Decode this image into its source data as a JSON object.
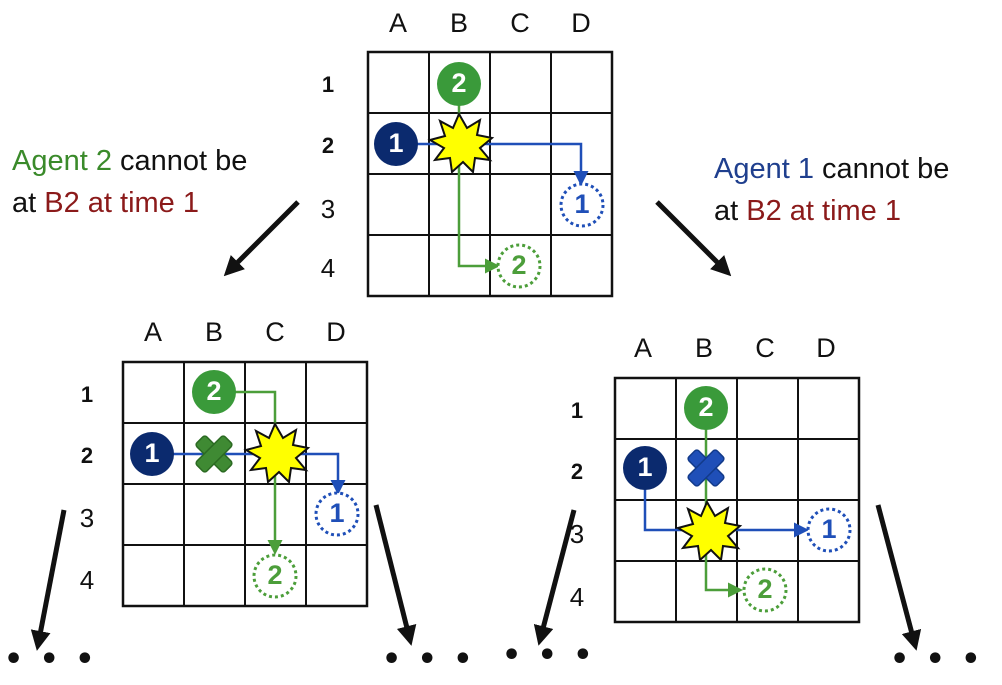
{
  "columns": [
    "A",
    "B",
    "C",
    "D"
  ],
  "rows": [
    "1",
    "2",
    "3",
    "4"
  ],
  "captions": {
    "left": {
      "line1_agent": "Agent 2",
      "line1_rest": " cannot be",
      "line2_at": "at ",
      "line2_constraint": "B2 at time 1"
    },
    "right": {
      "line1_agent": "Agent 1",
      "line1_rest": " cannot be",
      "line2_at": "at ",
      "line2_constraint": "B2 at time 1"
    }
  },
  "agents": {
    "agent1": {
      "number": "1",
      "color": "#0b2a6e",
      "path_color": "#1f4fb8"
    },
    "agent2": {
      "number": "2",
      "color": "#3a9a3a",
      "path_color": "#4c9e3a"
    }
  },
  "colors": {
    "conflict_fill": "#ffff00",
    "constraint_text": "#8b1a1a",
    "grid_line": "#111111"
  },
  "grids": [
    {
      "id": "root",
      "start_agent1": "A2",
      "goal_agent1": "D3",
      "start_agent2": "B1",
      "goal_agent2": "C4",
      "conflict": "B2",
      "blocked": null
    },
    {
      "id": "left-child",
      "start_agent1": "A2",
      "goal_agent1": "D3",
      "start_agent2": "B1",
      "goal_agent2": "C4",
      "conflict": "C2",
      "blocked": {
        "cell": "B2",
        "agent": "agent2",
        "icon": "x-mark-icon"
      }
    },
    {
      "id": "right-child",
      "start_agent1": "A2",
      "goal_agent1": "D3",
      "start_agent2": "B1",
      "goal_agent2": "C4",
      "conflict": "B3",
      "blocked": {
        "cell": "B2",
        "agent": "agent1",
        "icon": "x-mark-icon"
      }
    }
  ],
  "continuation": "• • •"
}
